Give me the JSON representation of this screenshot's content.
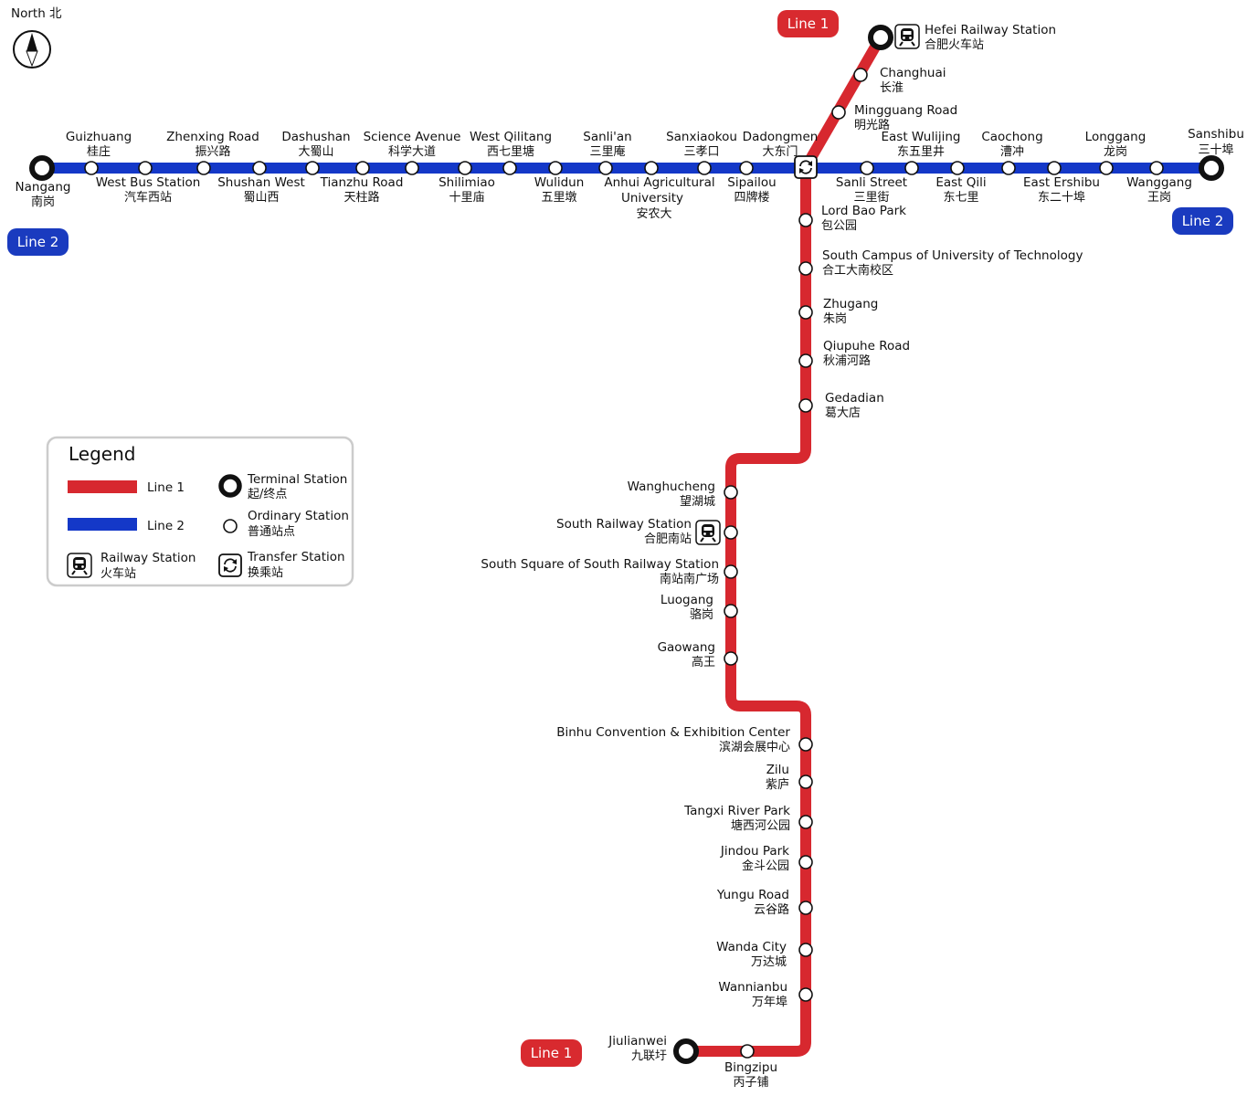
{
  "compass": {
    "label": "North 北",
    "icon": "north-arrow-icon"
  },
  "colors": {
    "line1": "#d7282f",
    "line2": "#1438c8",
    "badge1": "#d82a2f",
    "badge2": "#1a3bbf"
  },
  "badges": {
    "line1_top": "Line 1",
    "line1_bottom": "Line 1",
    "line2_left": "Line 2",
    "line2_right": "Line 2"
  },
  "legend": {
    "title": "Legend",
    "line1": "Line 1",
    "line2": "Line 2",
    "railway": {
      "en": "Railway Station",
      "zh": "火车站",
      "icon": "train-icon"
    },
    "terminal": {
      "en": "Terminal Station",
      "zh": "起/终点"
    },
    "ordinary": {
      "en": "Ordinary Station",
      "zh": "普通站点"
    },
    "transfer": {
      "en": "Transfer Station",
      "zh": "换乘站",
      "icon": "transfer-icon"
    }
  },
  "line2_stations": [
    {
      "en": "Nangang",
      "zh": "南岗",
      "type": "terminal"
    },
    {
      "en": "Guizhuang",
      "zh": "桂庄",
      "type": "ordinary"
    },
    {
      "en": "West Bus Station",
      "zh": "汽车西站",
      "type": "ordinary"
    },
    {
      "en": "Zhenxing Road",
      "zh": "振兴路",
      "type": "ordinary"
    },
    {
      "en": "Shushan West",
      "zh": "蜀山西",
      "type": "ordinary"
    },
    {
      "en": "Dashushan",
      "zh": "大蜀山",
      "type": "ordinary"
    },
    {
      "en": "Tianzhu Road",
      "zh": "天柱路",
      "type": "ordinary"
    },
    {
      "en": "Science Avenue",
      "zh": "科学大道",
      "type": "ordinary"
    },
    {
      "en": "Shilimiao",
      "zh": "十里庙",
      "type": "ordinary"
    },
    {
      "en": "West Qilitang",
      "zh": "西七里塘",
      "type": "ordinary"
    },
    {
      "en": "Wulidun",
      "zh": "五里墩",
      "type": "ordinary"
    },
    {
      "en": "Sanli'an",
      "zh": "三里庵",
      "type": "ordinary"
    },
    {
      "en": "Anhui Agricultural University",
      "zh": "安农大",
      "type": "ordinary"
    },
    {
      "en": "Sanxiaokou",
      "zh": "三孝口",
      "type": "ordinary"
    },
    {
      "en": "Sipailou",
      "zh": "四牌楼",
      "type": "ordinary"
    },
    {
      "en": "Dadongmen",
      "zh": "大东门",
      "type": "transfer"
    },
    {
      "en": "Sanli Street",
      "zh": "三里街",
      "type": "ordinary"
    },
    {
      "en": "East Wulijing",
      "zh": "东五里井",
      "type": "ordinary"
    },
    {
      "en": "East Qili",
      "zh": "东七里",
      "type": "ordinary"
    },
    {
      "en": "Caochong",
      "zh": "漕冲",
      "type": "ordinary"
    },
    {
      "en": "East Ershibu",
      "zh": "东二十埠",
      "type": "ordinary"
    },
    {
      "en": "Longgang",
      "zh": "龙岗",
      "type": "ordinary"
    },
    {
      "en": "Wanggang",
      "zh": "王岗",
      "type": "ordinary"
    },
    {
      "en": "Sanshibu",
      "zh": "三十埠",
      "type": "terminal"
    }
  ],
  "line1_stations": [
    {
      "en": "Hefei Railway Station",
      "zh": "合肥火车站",
      "type": "terminal",
      "railway": true
    },
    {
      "en": "Changhuai",
      "zh": "长淮",
      "type": "ordinary"
    },
    {
      "en": "Mingguang Road",
      "zh": "明光路",
      "type": "ordinary"
    },
    {
      "en": "Dadongmen",
      "zh": "大东门",
      "type": "transfer"
    },
    {
      "en": "Lord Bao Park",
      "zh": "包公园",
      "type": "ordinary"
    },
    {
      "en": "South Campus of University of Technology",
      "zh": "合工大南校区",
      "type": "ordinary"
    },
    {
      "en": "Zhugang",
      "zh": "朱岗",
      "type": "ordinary"
    },
    {
      "en": "Qiupuhe Road",
      "zh": "秋浦河路",
      "type": "ordinary"
    },
    {
      "en": "Gedadian",
      "zh": "葛大店",
      "type": "ordinary"
    },
    {
      "en": "Wanghucheng",
      "zh": "望湖城",
      "type": "ordinary"
    },
    {
      "en": "South Railway Station",
      "zh": "合肥南站",
      "type": "ordinary",
      "railway": true
    },
    {
      "en": "South Square of South Railway Station",
      "zh": "南站南广场",
      "type": "ordinary"
    },
    {
      "en": "Luogang",
      "zh": "骆岗",
      "type": "ordinary"
    },
    {
      "en": "Gaowang",
      "zh": "高王",
      "type": "ordinary"
    },
    {
      "en": "Binhu Convention & Exhibition Center",
      "zh": "滨湖会展中心",
      "type": "ordinary"
    },
    {
      "en": "Zilu",
      "zh": "紫庐",
      "type": "ordinary"
    },
    {
      "en": "Tangxi River Park",
      "zh": "塘西河公园",
      "type": "ordinary"
    },
    {
      "en": "Jindou Park",
      "zh": "金斗公园",
      "type": "ordinary"
    },
    {
      "en": "Yungu Road",
      "zh": "云谷路",
      "type": "ordinary"
    },
    {
      "en": "Wanda City",
      "zh": "万达城",
      "type": "ordinary"
    },
    {
      "en": "Wannianbu",
      "zh": "万年埠",
      "type": "ordinary"
    },
    {
      "en": "Bingzipu",
      "zh": "丙子铺",
      "type": "ordinary"
    },
    {
      "en": "Jiulianwei",
      "zh": "九联圩",
      "type": "terminal"
    }
  ]
}
